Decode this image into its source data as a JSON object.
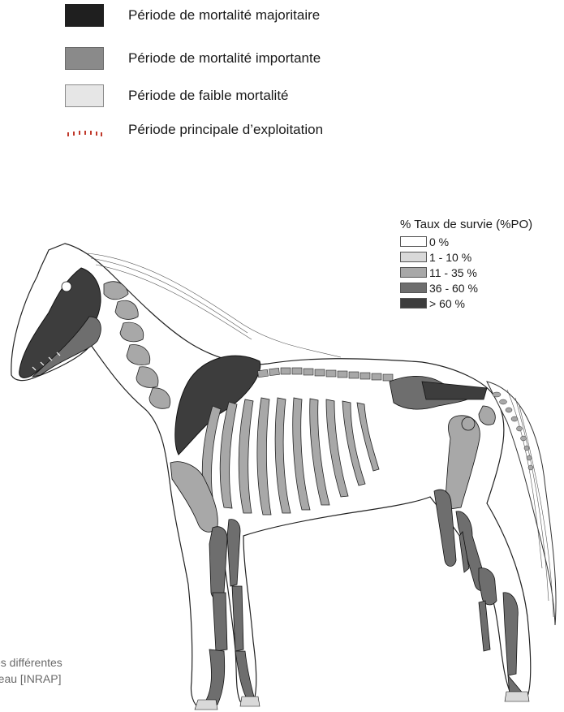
{
  "legend_top": [
    {
      "label": "Période de mortalité majoritaire",
      "color": "#1f1f1f"
    },
    {
      "label": "Période de mortalité importante",
      "color": "#8a8a8a"
    },
    {
      "label": "Période de faible mortalité",
      "color": "#e6e6e6"
    },
    {
      "label": "Période principale d’exploitation",
      "color": "#c0392b",
      "style": "dashed-red"
    }
  ],
  "survival_legend": {
    "title": "% Taux de survie (%PO)",
    "items": [
      {
        "label": "0 %",
        "color": "#ffffff"
      },
      {
        "label": "1 - 10 %",
        "color": "#d9d9d9"
      },
      {
        "label": "11 - 35 %",
        "color": "#a8a8a8"
      },
      {
        "label": "36 - 60 %",
        "color": "#6e6e6e"
      },
      {
        "label": "> 60 %",
        "color": "#3d3d3d"
      }
    ]
  },
  "credit": {
    "line1": "es différentes",
    "line2": "reau [INRAP]"
  }
}
